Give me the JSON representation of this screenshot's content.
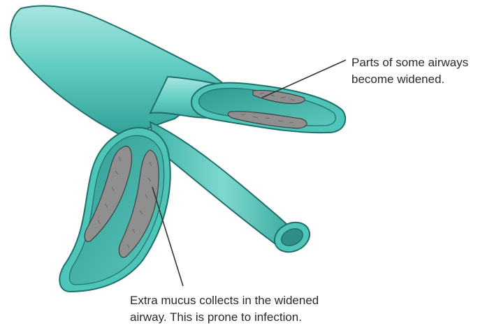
{
  "diagram": {
    "labels": {
      "widened_airways": {
        "line1": "Parts of some airways",
        "line2": "become widened."
      },
      "extra_mucus": {
        "line1": "Extra mucus collects in the widened",
        "line2": "airway. This is prone to infection."
      }
    },
    "colors": {
      "airway_wall": "#4fc4b8",
      "airway_light": "#9fe3dc",
      "airway_outline": "#1f6f6a",
      "airway_inner": "#36a89d",
      "mucus": "#8f8f8f",
      "text": "#2a2a2a"
    }
  }
}
